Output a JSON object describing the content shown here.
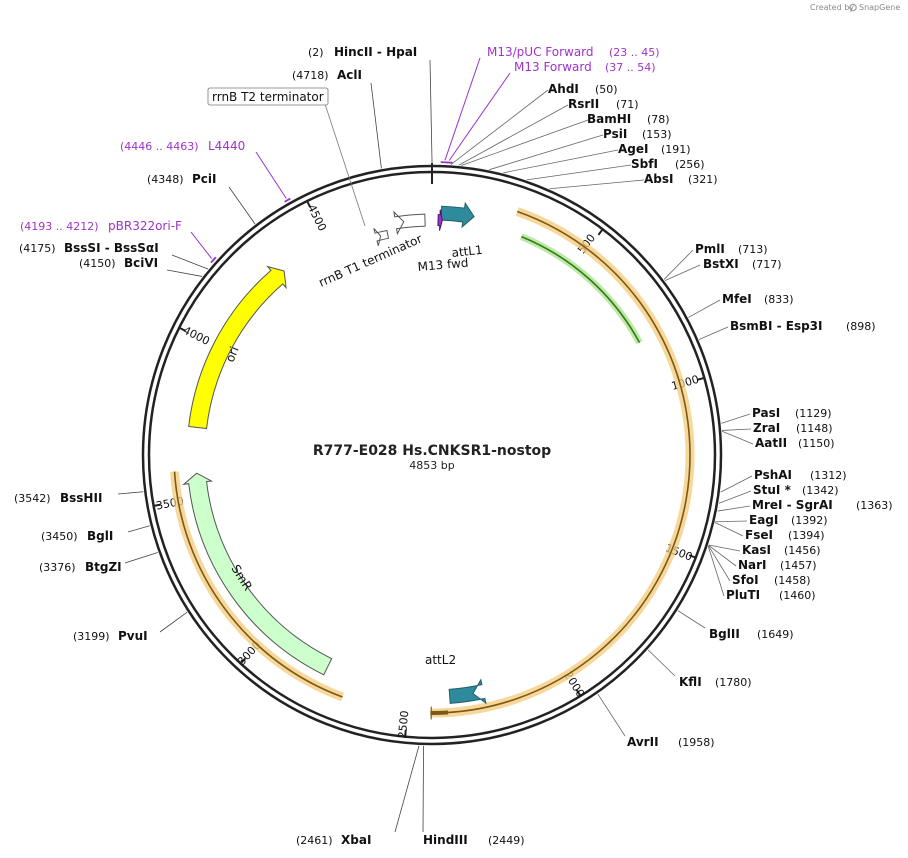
{
  "credit": {
    "created_by": "Created by",
    "brand": "SnapGene"
  },
  "plasmid": {
    "name": "R777-E028 Hs.CNKSR1-nostop",
    "size": "4853 bp"
  },
  "ticks": [
    "500",
    "1000",
    "1500",
    "2000",
    "2500",
    "3000",
    "3500",
    "4000",
    "4500"
  ],
  "features": [
    {
      "name": "ori",
      "color": "#ffff00"
    },
    {
      "name": "SmR",
      "color": "#ccffcc"
    },
    {
      "name": "attL1",
      "color": "#2f8b9b"
    },
    {
      "name": "attL2",
      "color": "#2f8b9b"
    },
    {
      "name": "M13 fwd",
      "color": "#9933cc"
    },
    {
      "name": "rrnB T1 terminator",
      "color": "#ffffff"
    },
    {
      "name": "rrnB T2 terminator",
      "color": "#ffffff"
    }
  ],
  "primers": [
    {
      "name": "M13/pUC Forward",
      "range": "(23 .. 45)"
    },
    {
      "name": "M13 Forward",
      "range": "(37 .. 54)"
    },
    {
      "name": "L4440",
      "range": "(4446 .. 4463)"
    },
    {
      "name": "pBR322ori-F",
      "range": "(4193 .. 4212)"
    }
  ],
  "enzymes_right": [
    {
      "name": "AhdI",
      "pos": "(50)"
    },
    {
      "name": "RsrII",
      "pos": "(71)"
    },
    {
      "name": "BamHI",
      "pos": "(78)"
    },
    {
      "name": "PsiI",
      "pos": "(153)"
    },
    {
      "name": "AgeI",
      "pos": "(191)"
    },
    {
      "name": "SbfI",
      "pos": "(256)"
    },
    {
      "name": "AbsI",
      "pos": "(321)"
    },
    {
      "name": "PmlI",
      "pos": "(713)"
    },
    {
      "name": "BstXI",
      "pos": "(717)"
    },
    {
      "name": "MfeI",
      "pos": "(833)"
    },
    {
      "name": "BsmBI - Esp3I",
      "pos": "(898)"
    },
    {
      "name": "PasI",
      "pos": "(1129)"
    },
    {
      "name": "ZraI",
      "pos": "(1148)"
    },
    {
      "name": "AatII",
      "pos": "(1150)"
    },
    {
      "name": "PshAI",
      "pos": "(1312)"
    },
    {
      "name": "StuI *",
      "pos": "(1342)"
    },
    {
      "name": "MreI - SgrAI",
      "pos": "(1363)"
    },
    {
      "name": "EagI",
      "pos": "(1392)"
    },
    {
      "name": "FseI",
      "pos": "(1394)"
    },
    {
      "name": "KasI",
      "pos": "(1456)"
    },
    {
      "name": "NarI",
      "pos": "(1457)"
    },
    {
      "name": "SfoI",
      "pos": "(1458)"
    },
    {
      "name": "PluTI",
      "pos": "(1460)"
    },
    {
      "name": "BglII",
      "pos": "(1649)"
    },
    {
      "name": "KflI",
      "pos": "(1780)"
    },
    {
      "name": "AvrII",
      "pos": "(1958)"
    },
    {
      "name": "HindIII",
      "pos": "(2449)"
    }
  ],
  "enzymes_left": [
    {
      "name": "HincII - HpaI",
      "pos": "(2)"
    },
    {
      "name": "AclI",
      "pos": "(4718)"
    },
    {
      "name": "PciI",
      "pos": "(4348)"
    },
    {
      "name": "BssSI - BssSαI",
      "pos": "(4175)"
    },
    {
      "name": "BciVI",
      "pos": "(4150)"
    },
    {
      "name": "BssHII",
      "pos": "(3542)"
    },
    {
      "name": "BglI",
      "pos": "(3450)"
    },
    {
      "name": "BtgZI",
      "pos": "(3376)"
    },
    {
      "name": "PvuI",
      "pos": "(3199)"
    },
    {
      "name": "XbaI",
      "pos": "(2461)"
    }
  ]
}
